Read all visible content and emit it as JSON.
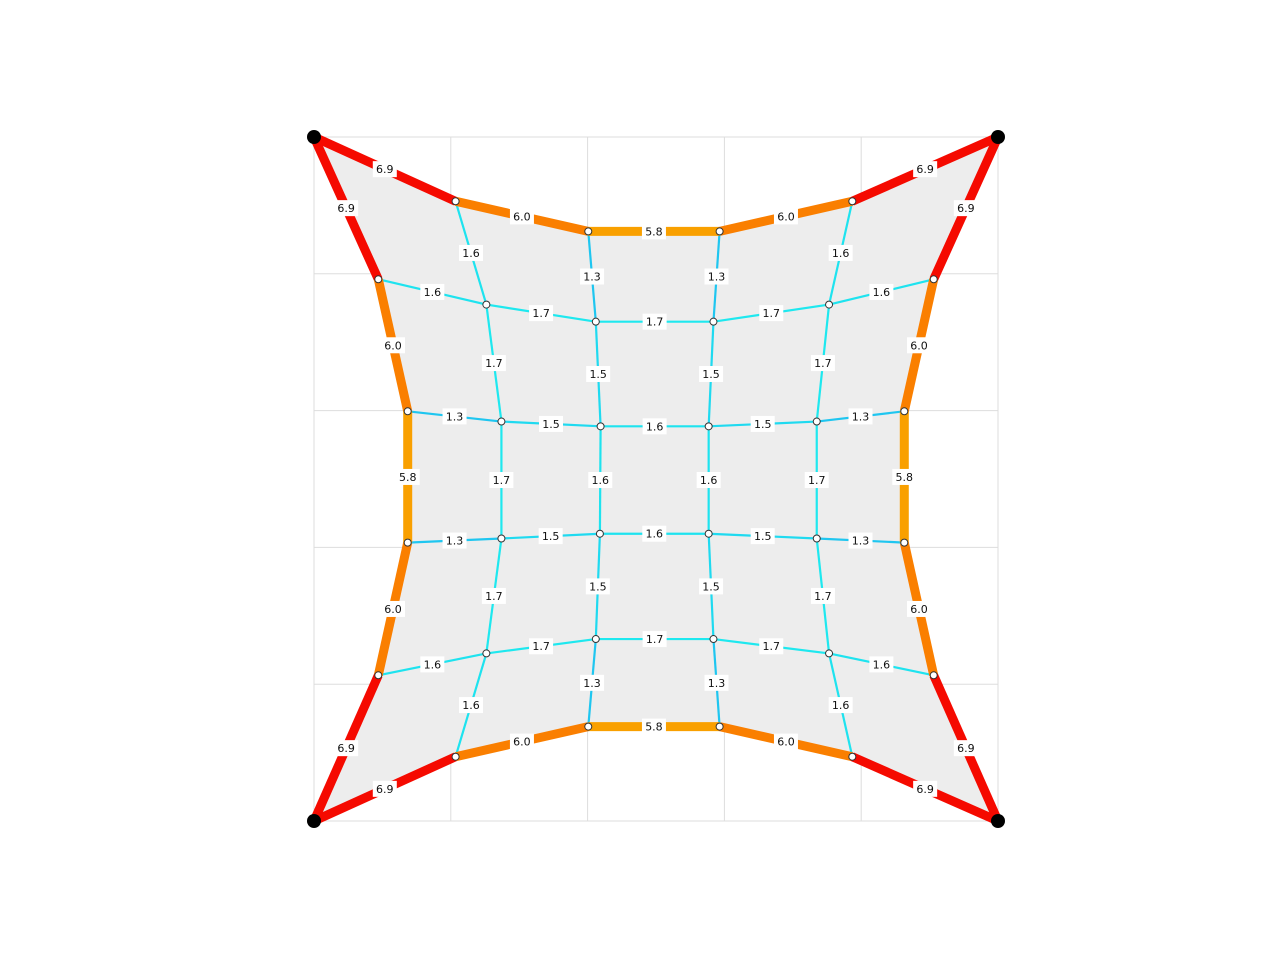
{
  "diagram": {
    "type": "form-finding-network",
    "colors": {
      "background_fill": "#ededed",
      "grid": "#dddddd",
      "interior_edge": "#1ee3ef",
      "boundary_low": "#f9a000",
      "boundary_mid": "#fa7f00",
      "boundary_high": "#f50a00",
      "free_node": "#ffffff",
      "support_node": "#000000"
    },
    "boundary_force_colors": {
      "5.8": "#f9a000",
      "6.0": "#fa7f00",
      "6.9": "#f50a00"
    },
    "interior_edge_colors": {
      "1.3": "#1fc6f0",
      "1.5": "#1fdaf0",
      "1.6": "#1ee3ef",
      "1.7": "#1ee8ef"
    }
  },
  "network": {
    "supports": [
      {
        "id": "S0",
        "x": 0,
        "y": 0
      },
      {
        "id": "S1",
        "x": 10,
        "y": 0
      },
      {
        "id": "S2",
        "x": 10,
        "y": 10
      },
      {
        "id": "S3",
        "x": 0,
        "y": 10
      }
    ],
    "nodes": [
      {
        "id": "T1",
        "x": 2.07,
        "y": 0.94
      },
      {
        "id": "T2",
        "x": 4.01,
        "y": 1.38
      },
      {
        "id": "T3",
        "x": 5.93,
        "y": 1.38
      },
      {
        "id": "T4",
        "x": 7.87,
        "y": 0.94
      },
      {
        "id": "L1",
        "x": 0.94,
        "y": 2.08
      },
      {
        "id": "L2",
        "x": 1.37,
        "y": 4.01
      },
      {
        "id": "L3",
        "x": 1.37,
        "y": 5.93
      },
      {
        "id": "L4",
        "x": 0.94,
        "y": 7.87
      },
      {
        "id": "R1",
        "x": 9.06,
        "y": 2.08
      },
      {
        "id": "R2",
        "x": 8.63,
        "y": 4.01
      },
      {
        "id": "R3",
        "x": 8.63,
        "y": 5.93
      },
      {
        "id": "R4",
        "x": 9.06,
        "y": 7.87
      },
      {
        "id": "B1",
        "x": 2.07,
        "y": 9.06
      },
      {
        "id": "B2",
        "x": 4.01,
        "y": 8.62
      },
      {
        "id": "B3",
        "x": 5.93,
        "y": 8.62
      },
      {
        "id": "B4",
        "x": 7.87,
        "y": 9.06
      },
      {
        "id": "I11",
        "x": 2.52,
        "y": 2.45
      },
      {
        "id": "I12",
        "x": 4.12,
        "y": 2.7
      },
      {
        "id": "I13",
        "x": 5.84,
        "y": 2.7
      },
      {
        "id": "I14",
        "x": 7.53,
        "y": 2.45
      },
      {
        "id": "I21",
        "x": 2.74,
        "y": 4.16
      },
      {
        "id": "I22",
        "x": 4.19,
        "y": 4.23
      },
      {
        "id": "I23",
        "x": 5.77,
        "y": 4.23
      },
      {
        "id": "I24",
        "x": 7.35,
        "y": 4.16
      },
      {
        "id": "I31",
        "x": 2.74,
        "y": 5.87
      },
      {
        "id": "I32",
        "x": 4.18,
        "y": 5.8
      },
      {
        "id": "I33",
        "x": 5.77,
        "y": 5.8
      },
      {
        "id": "I34",
        "x": 7.35,
        "y": 5.87
      },
      {
        "id": "I41",
        "x": 2.52,
        "y": 7.55
      },
      {
        "id": "I42",
        "x": 4.12,
        "y": 7.34
      },
      {
        "id": "I43",
        "x": 5.84,
        "y": 7.34
      },
      {
        "id": "I44",
        "x": 7.53,
        "y": 7.55
      }
    ],
    "edges": [
      {
        "from": "S0",
        "to": "T1",
        "force": "6.9",
        "boundary": true
      },
      {
        "from": "T1",
        "to": "T2",
        "force": "6.0",
        "boundary": true
      },
      {
        "from": "T2",
        "to": "T3",
        "force": "5.8",
        "boundary": true
      },
      {
        "from": "T3",
        "to": "T4",
        "force": "6.0",
        "boundary": true
      },
      {
        "from": "T4",
        "to": "S1",
        "force": "6.9",
        "boundary": true
      },
      {
        "from": "S0",
        "to": "L1",
        "force": "6.9",
        "boundary": true
      },
      {
        "from": "L1",
        "to": "L2",
        "force": "6.0",
        "boundary": true
      },
      {
        "from": "L2",
        "to": "L3",
        "force": "5.8",
        "boundary": true
      },
      {
        "from": "L3",
        "to": "L4",
        "force": "6.0",
        "boundary": true
      },
      {
        "from": "L4",
        "to": "S3",
        "force": "6.9",
        "boundary": true
      },
      {
        "from": "S1",
        "to": "R1",
        "force": "6.9",
        "boundary": true
      },
      {
        "from": "R1",
        "to": "R2",
        "force": "6.0",
        "boundary": true
      },
      {
        "from": "R2",
        "to": "R3",
        "force": "5.8",
        "boundary": true
      },
      {
        "from": "R3",
        "to": "R4",
        "force": "6.0",
        "boundary": true
      },
      {
        "from": "R4",
        "to": "S2",
        "force": "6.9",
        "boundary": true
      },
      {
        "from": "S3",
        "to": "B1",
        "force": "6.9",
        "boundary": true
      },
      {
        "from": "B1",
        "to": "B2",
        "force": "6.0",
        "boundary": true
      },
      {
        "from": "B2",
        "to": "B3",
        "force": "5.8",
        "boundary": true
      },
      {
        "from": "B3",
        "to": "B4",
        "force": "6.0",
        "boundary": true
      },
      {
        "from": "B4",
        "to": "S2",
        "force": "6.9",
        "boundary": true
      },
      {
        "from": "L1",
        "to": "I11",
        "force": "1.6"
      },
      {
        "from": "I11",
        "to": "I12",
        "force": "1.7"
      },
      {
        "from": "I12",
        "to": "I13",
        "force": "1.7"
      },
      {
        "from": "I13",
        "to": "I14",
        "force": "1.7"
      },
      {
        "from": "I14",
        "to": "R1",
        "force": "1.6"
      },
      {
        "from": "L2",
        "to": "I21",
        "force": "1.3"
      },
      {
        "from": "I21",
        "to": "I22",
        "force": "1.5"
      },
      {
        "from": "I22",
        "to": "I23",
        "force": "1.6"
      },
      {
        "from": "I23",
        "to": "I24",
        "force": "1.5"
      },
      {
        "from": "I24",
        "to": "R2",
        "force": "1.3"
      },
      {
        "from": "L3",
        "to": "I31",
        "force": "1.3"
      },
      {
        "from": "I31",
        "to": "I32",
        "force": "1.5"
      },
      {
        "from": "I32",
        "to": "I33",
        "force": "1.6"
      },
      {
        "from": "I33",
        "to": "I34",
        "force": "1.5"
      },
      {
        "from": "I34",
        "to": "R3",
        "force": "1.3"
      },
      {
        "from": "L4",
        "to": "I41",
        "force": "1.6"
      },
      {
        "from": "I41",
        "to": "I42",
        "force": "1.7"
      },
      {
        "from": "I42",
        "to": "I43",
        "force": "1.7"
      },
      {
        "from": "I43",
        "to": "I44",
        "force": "1.7"
      },
      {
        "from": "I44",
        "to": "R4",
        "force": "1.6"
      },
      {
        "from": "T1",
        "to": "I11",
        "force": "1.6"
      },
      {
        "from": "I11",
        "to": "I21",
        "force": "1.7"
      },
      {
        "from": "I21",
        "to": "I31",
        "force": "1.7"
      },
      {
        "from": "I31",
        "to": "I41",
        "force": "1.7"
      },
      {
        "from": "I41",
        "to": "B1",
        "force": "1.6"
      },
      {
        "from": "T2",
        "to": "I12",
        "force": "1.3"
      },
      {
        "from": "I12",
        "to": "I22",
        "force": "1.5"
      },
      {
        "from": "I22",
        "to": "I32",
        "force": "1.6"
      },
      {
        "from": "I32",
        "to": "I42",
        "force": "1.5"
      },
      {
        "from": "I42",
        "to": "B2",
        "force": "1.3"
      },
      {
        "from": "T3",
        "to": "I13",
        "force": "1.3"
      },
      {
        "from": "I13",
        "to": "I23",
        "force": "1.5"
      },
      {
        "from": "I23",
        "to": "I33",
        "force": "1.6"
      },
      {
        "from": "I33",
        "to": "I43",
        "force": "1.5"
      },
      {
        "from": "I43",
        "to": "B3",
        "force": "1.3"
      },
      {
        "from": "T4",
        "to": "I14",
        "force": "1.6"
      },
      {
        "from": "I14",
        "to": "I24",
        "force": "1.7"
      },
      {
        "from": "I24",
        "to": "I34",
        "force": "1.7"
      },
      {
        "from": "I34",
        "to": "I44",
        "force": "1.7"
      },
      {
        "from": "I44",
        "to": "B4",
        "force": "1.6"
      }
    ],
    "boundary_loop": [
      "S0",
      "T1",
      "T2",
      "T3",
      "T4",
      "S1",
      "R1",
      "R2",
      "R3",
      "R4",
      "S2",
      "B4",
      "B3",
      "B2",
      "B1",
      "S3",
      "L4",
      "L3",
      "L2",
      "L1"
    ]
  }
}
